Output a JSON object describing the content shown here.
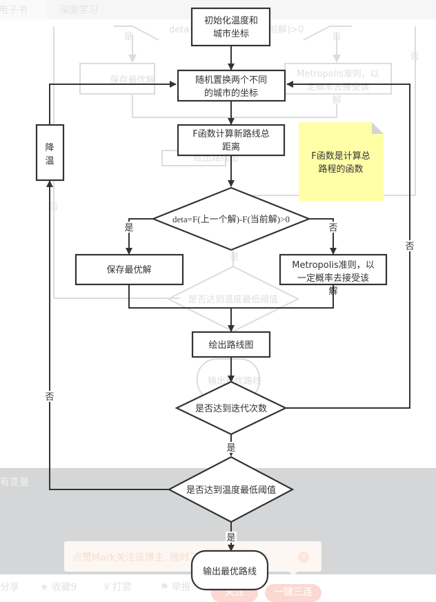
{
  "topbar": {
    "tabs": [
      {
        "label": "电子书"
      },
      {
        "label": "深度学习"
      }
    ]
  },
  "flowchart": {
    "nodes": {
      "init": "初始化温度和|城市坐标",
      "swap": "随机置换两个不同|的城市的坐标",
      "calc": "F函数计算新路线总|距离",
      "cond_delta": "deta=F(上一个解)-F(当前解)>0",
      "save_best": "保存最优解",
      "metropolis": "Metropolis准则，以|一定概率去接受该|解",
      "draw": "绘出路线图",
      "cond_iter": "是否达到迭代次数",
      "cond_temp": "是否达到温度最低阈值",
      "output": "输出最优路线",
      "cooling": "降|温",
      "note": "F函数是计算总|路程的函数"
    },
    "edge_labels": {
      "yes": "是",
      "no": "否"
    },
    "colors": {
      "note_fill": "#ffffa8",
      "node_stroke": "#333333"
    }
  },
  "ghost": {
    "cond_delta_frag_left": "deta=",
    "cond_delta_frag_right": "前解)>0",
    "save_best": "保存最优解",
    "metropolis": "Metropolis准则，以|定概率去接受该|解",
    "draw": "绘出路线图",
    "cond_temp": "是否达到温度最低阈值",
    "output": "输出最优路线"
  },
  "overlay": {
    "text": "有变量"
  },
  "toast": {
    "text": "点赞Mark关注该博主, 随时了解TA的最新博文",
    "close_icon": "×"
  },
  "bottombar": {
    "share": "分享",
    "favorite": "收藏9",
    "tip": "打赏",
    "report": "举报",
    "follow": "关注",
    "triple": "一键三连"
  }
}
